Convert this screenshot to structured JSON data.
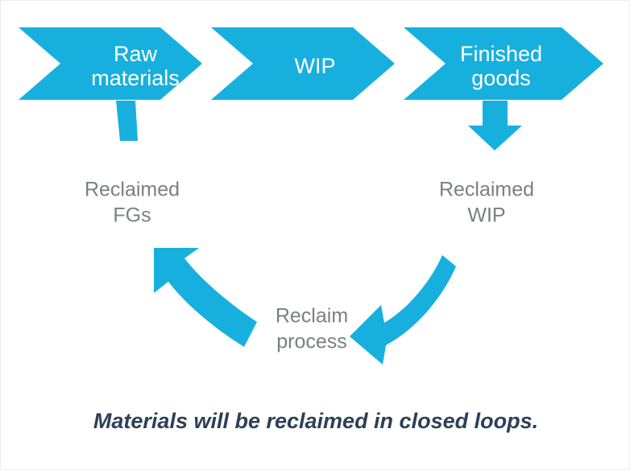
{
  "slide": {
    "title_caption": "Materials will be reclaimed in closed loops.",
    "background_color": "#ffffff",
    "accent_color": "#17b0de",
    "chevron_color": "#17b0de",
    "note_text_color": "#7b7f83",
    "caption_text_color": "#2e4057",
    "chevron_text_color": "#ffffff"
  },
  "process_flow": {
    "name": "material-flow-chevrons",
    "stages": [
      {
        "id": "raw-materials",
        "line1": "Raw",
        "line2": "materials"
      },
      {
        "id": "wip",
        "line1": "WIP",
        "line2": ""
      },
      {
        "id": "finished-goods",
        "line1": "Finished",
        "line2": "goods"
      }
    ]
  },
  "reclaim_loop": {
    "left_note": {
      "line1": "Reclaimed",
      "line2": "FGs"
    },
    "right_note": {
      "line1": "Reclaimed",
      "line2": "WIP"
    },
    "center_node": {
      "line1": "Reclaim",
      "line2": "process"
    }
  },
  "connectors": [
    {
      "id": "raw-materials-stub",
      "type": "tapered-stub",
      "direction": "down"
    },
    {
      "id": "finished-goods-arrow",
      "type": "block-arrow",
      "direction": "down"
    },
    {
      "id": "reclaim-return-arrow",
      "type": "curved-arrow",
      "direction": "up-left"
    },
    {
      "id": "reclaim-intake-arrow",
      "type": "curved-arrow",
      "direction": "down-left"
    }
  ]
}
